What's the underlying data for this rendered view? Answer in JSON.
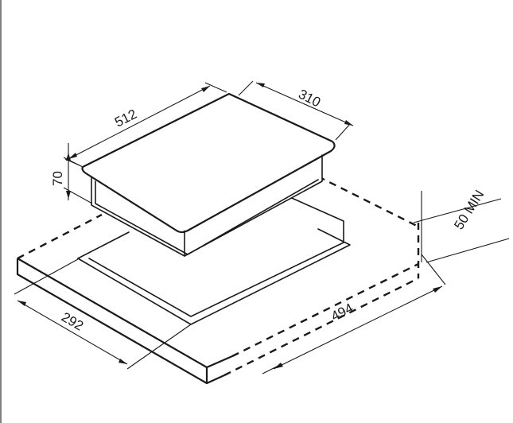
{
  "dimensions": {
    "hob_length": "512",
    "hob_width": "310",
    "hob_height": "70",
    "min_clearance": "50 MIN",
    "cutout_length": "494",
    "cutout_width": "292"
  }
}
